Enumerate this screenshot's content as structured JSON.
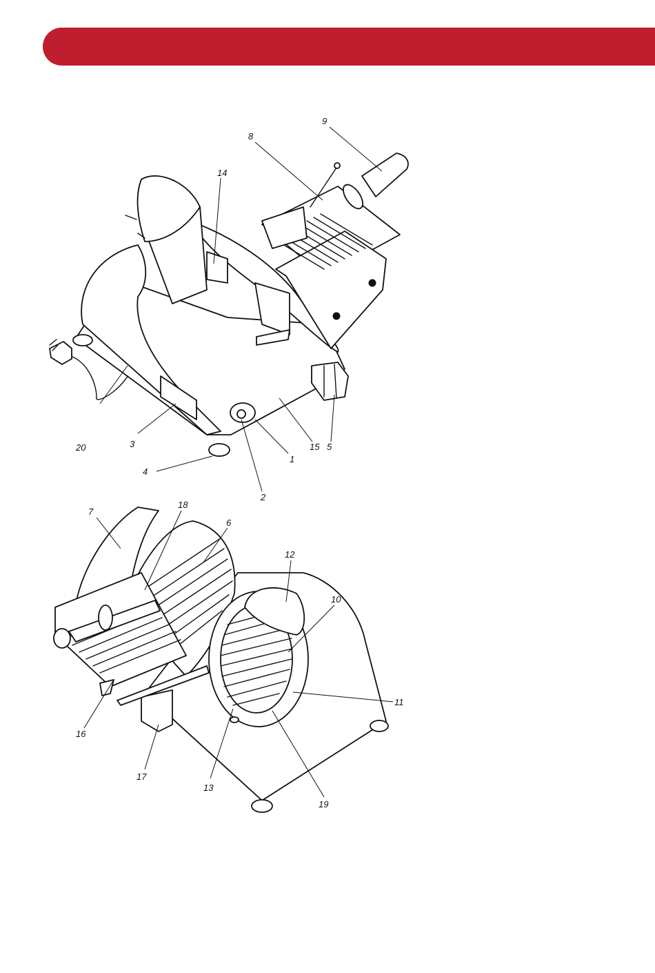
{
  "page": {
    "accent_color": "#BE1E2D"
  },
  "figure_top": {
    "callouts": [
      "9",
      "8",
      "14",
      "20",
      "3",
      "4",
      "2",
      "1",
      "15",
      "5"
    ]
  },
  "figure_bottom": {
    "callouts": [
      "7",
      "18",
      "6",
      "12",
      "10",
      "11",
      "16",
      "17",
      "13",
      "19"
    ]
  }
}
